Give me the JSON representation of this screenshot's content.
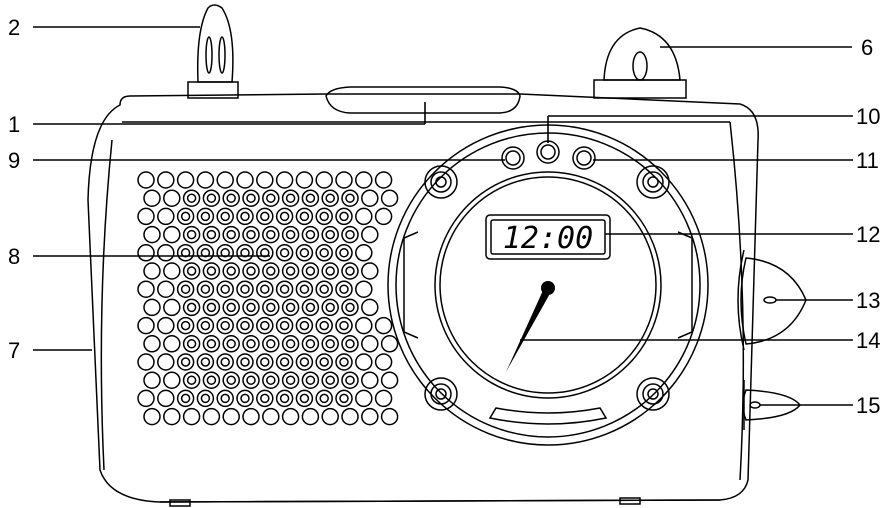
{
  "display": {
    "time": "12:00"
  },
  "callouts": [
    {
      "id": "1",
      "label": "1"
    },
    {
      "id": "2",
      "label": "2"
    },
    {
      "id": "6",
      "label": "6"
    },
    {
      "id": "7",
      "label": "7"
    },
    {
      "id": "8",
      "label": "8"
    },
    {
      "id": "9",
      "label": "9"
    },
    {
      "id": "10",
      "label": "10"
    },
    {
      "id": "11",
      "label": "11"
    },
    {
      "id": "12",
      "label": "12"
    },
    {
      "id": "13",
      "label": "13"
    },
    {
      "id": "14",
      "label": "14"
    },
    {
      "id": "15",
      "label": "15"
    }
  ]
}
